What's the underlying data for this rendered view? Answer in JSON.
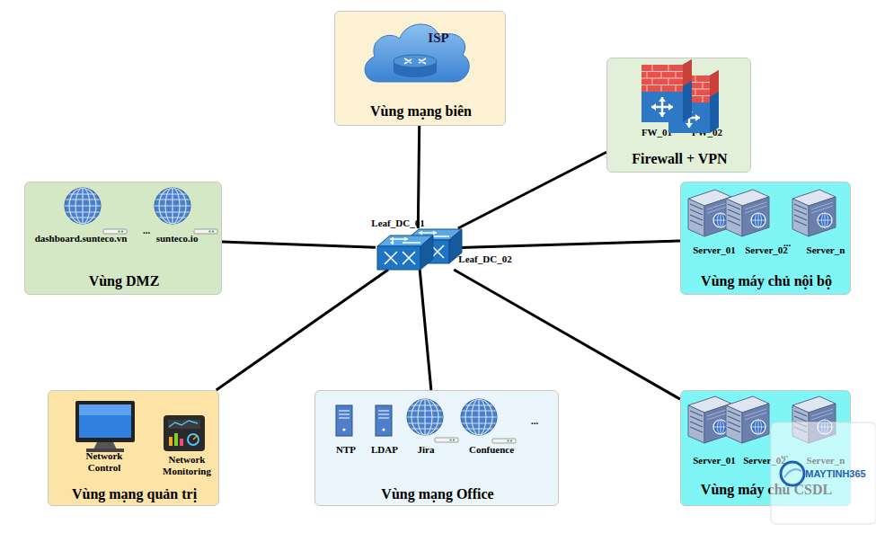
{
  "diagram": {
    "nodes": [
      {
        "text": [
          "Vùng mạng biên"
        ]
      },
      {
        "text": [
          "ISP"
        ],
        "in": 0
      },
      {
        "text": [
          "FW_01",
          "FW_02",
          "Firewall + VPN"
        ]
      },
      {
        "text": [
          "dashboard.sunteco.vn",
          "...",
          "sunteco.io",
          "Vùng DMZ"
        ]
      },
      {
        "text": [
          "Server_01",
          "Server_02",
          "...",
          "Server_n",
          "Vùng máy chủ nội bộ"
        ]
      },
      {
        "text": [
          "Leaf_DC_01",
          "Leaf_DC_02"
        ]
      },
      {
        "text": [
          "Network Control",
          "Network Monitoring",
          "Vùng mạng quản trị"
        ]
      },
      {
        "text": [
          "NTP",
          "LDAP",
          "Jira",
          "Confuence",
          "...",
          "Vùng mạng Office"
        ]
      },
      {
        "text": [
          "Server_01",
          "Server_02",
          "...",
          "Server_n",
          "Vùng máy chủ CSDL"
        ]
      }
    ],
    "edges": [
      {
        "from": 5,
        "to": 0,
        "arrow": "none"
      },
      {
        "from": 5,
        "to": 2,
        "arrow": "none"
      },
      {
        "from": 5,
        "to": 3,
        "arrow": "none"
      },
      {
        "from": 5,
        "to": 4,
        "arrow": "none"
      },
      {
        "from": 5,
        "to": 6,
        "arrow": "none"
      },
      {
        "from": 5,
        "to": 7,
        "arrow": "none"
      },
      {
        "from": 5,
        "to": 8,
        "arrow": "none"
      }
    ],
    "labels": [
      "MAYTINH365"
    ]
  }
}
